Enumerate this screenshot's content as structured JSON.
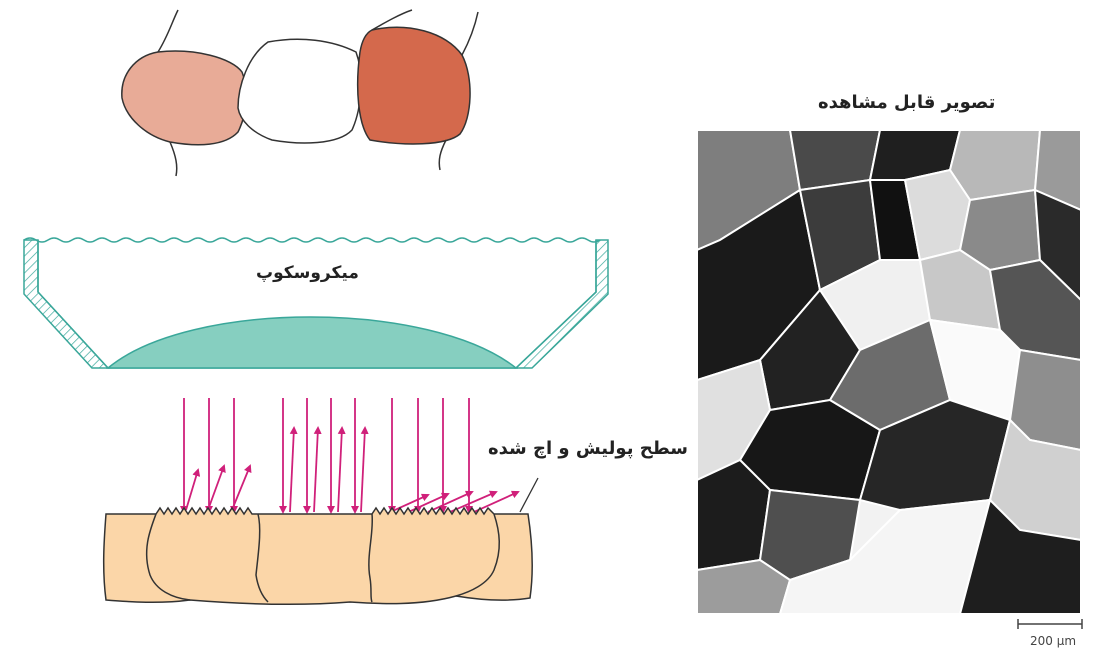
{
  "labels": {
    "visible_image": "تصویر قابل مشاهده",
    "microscope": "میکروسکوپ",
    "polished_surface": "سطح پولیش و اچ شده",
    "scale_bar": "200 µm"
  },
  "colors": {
    "grain_light": "#e8ab97",
    "grain_white": "#ffffff",
    "grain_dark": "#d4694c",
    "lens": "#86cfc0",
    "sample": "#fbd6a8",
    "ray": "#d0207a",
    "outline": "#333333"
  },
  "arrow_groups": [
    {
      "incident": 3,
      "reflected": 3,
      "direction": "diffuse"
    },
    {
      "incident": 4,
      "reflected": 4,
      "direction": "vertical"
    },
    {
      "incident": 4,
      "reflected": 5,
      "direction": "oblique"
    }
  ]
}
